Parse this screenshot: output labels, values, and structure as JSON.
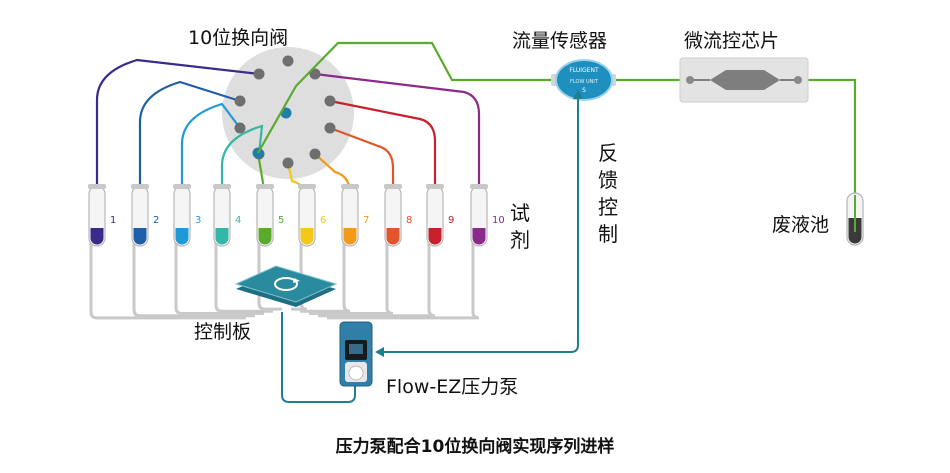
{
  "labels": {
    "valve": "10位换向阀",
    "flow_sensor": "流量传感器",
    "chip": "微流控芯片",
    "feedback": [
      "反",
      "馈",
      "控",
      "制"
    ],
    "reagents": [
      "试",
      "剂"
    ],
    "waste": "废液池",
    "control_board": "控制板",
    "pump": "Flow-EZ压力泵",
    "caption": "压力泵配合10位换向阀实现序列进样"
  },
  "sensor_badge": {
    "brand": "FLUIGENT",
    "line1": "FLOW UNIT",
    "line2": "S"
  },
  "tubes": [
    {
      "num": "1",
      "color": "#3a2a8a"
    },
    {
      "num": "2",
      "color": "#1f5fa8"
    },
    {
      "num": "3",
      "color": "#1f9ad6"
    },
    {
      "num": "4",
      "color": "#34b6a8"
    },
    {
      "num": "5",
      "color": "#5aaa2e"
    },
    {
      "num": "6",
      "color": "#f2c81a"
    },
    {
      "num": "7",
      "color": "#f29a1a"
    },
    {
      "num": "8",
      "color": "#e2542a"
    },
    {
      "num": "9",
      "color": "#c8202e"
    },
    {
      "num": "10",
      "color": "#8a2a8a"
    }
  ],
  "colors": {
    "green_line": "#5aaa2e",
    "teal_line": "#1e7f93",
    "sensor": "#1e8fbf",
    "board": "#2a8a9e",
    "waste_liquid": "#3a3a3a"
  }
}
